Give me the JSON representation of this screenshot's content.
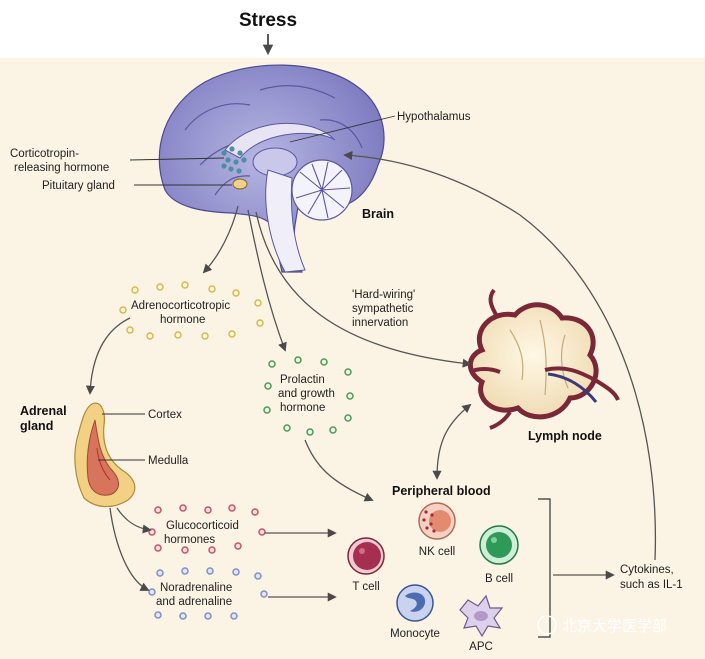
{
  "title": "Stress",
  "brain": {
    "label": "Brain",
    "hypothalamus": "Hypothalamus",
    "crh_line1": "Corticotropin-",
    "crh_line2": "releasing hormone",
    "pituitary": "Pituitary gland"
  },
  "acth": {
    "line1": "Adrenocorticotropic",
    "line2": "hormone"
  },
  "hardwiring": {
    "line1": "'Hard-wiring'",
    "line2": "sympathetic",
    "line3": "innervation"
  },
  "lymph_node": "Lymph node",
  "prolactin": {
    "line1": "Prolactin",
    "line2": "and growth",
    "line3": "hormone"
  },
  "adrenal": {
    "line1": "Adrenal",
    "line2": "gland",
    "cortex": "Cortex",
    "medulla": "Medulla"
  },
  "glucocorticoid": {
    "line1": "Glucocorticoid",
    "line2": "hormones"
  },
  "noradrenaline": {
    "line1": "Noradrenaline",
    "line2": "and adrenaline"
  },
  "peripheral_blood": "Peripheral blood",
  "cells": {
    "nk": "NK cell",
    "t": "T cell",
    "b": "B cell",
    "monocyte": "Monocyte",
    "apc": "APC"
  },
  "cytokines": {
    "line1": "Cytokines,",
    "line2": "such as IL-1"
  },
  "watermark": "北京大学医学部",
  "colors": {
    "background": "#fbf3e4",
    "brain": "#8e8ccc",
    "acth_dot": "#d9b64a",
    "prolactin_dot": "#4f9a52",
    "glucocorticoid_dot": "#c2566a",
    "noradrenaline_dot": "#7f8fc8",
    "adrenal_cortex": "#f3d184",
    "adrenal_medulla": "#d9745c",
    "t_cell": "#a52f50",
    "b_cell": "#2f9a58",
    "nk_cell": "#e0a088",
    "monocyte": "#4c6cb2",
    "apc": "#b39ac6",
    "lymph": "#7a2838"
  }
}
